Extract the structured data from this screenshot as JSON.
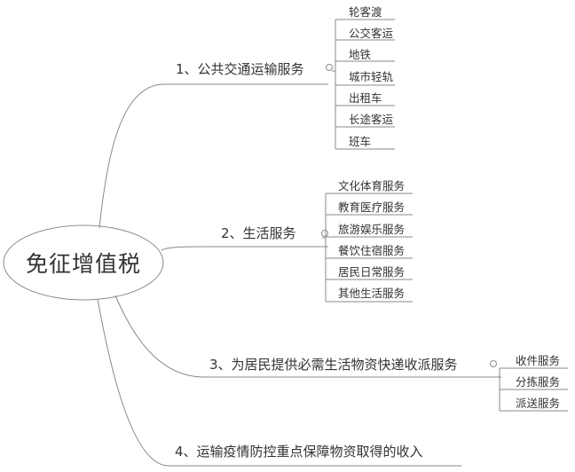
{
  "root": {
    "label": "免征增值税"
  },
  "branches": [
    {
      "label": "1、公共交通运输服务",
      "children": [
        "轮客渡",
        "公交客运",
        "地铁",
        "城市轻轨",
        "出租车",
        "长途客运",
        "班车"
      ]
    },
    {
      "label": "2、生活服务",
      "children": [
        "文化体育服务",
        "教育医疗服务",
        "旅游娱乐服务",
        "餐饮住宿服务",
        "居民日常服务",
        "其他生活服务"
      ]
    },
    {
      "label": "3、为居民提供必需生活物资快递收派服务",
      "children": [
        "收件服务",
        "分拣服务",
        "派送服务"
      ]
    },
    {
      "label": "4、运输疫情防控重点保障物资取得的收入",
      "children": []
    }
  ],
  "colors": {
    "line": "#8a8a8a",
    "text": "#333333",
    "background": "#ffffff"
  }
}
